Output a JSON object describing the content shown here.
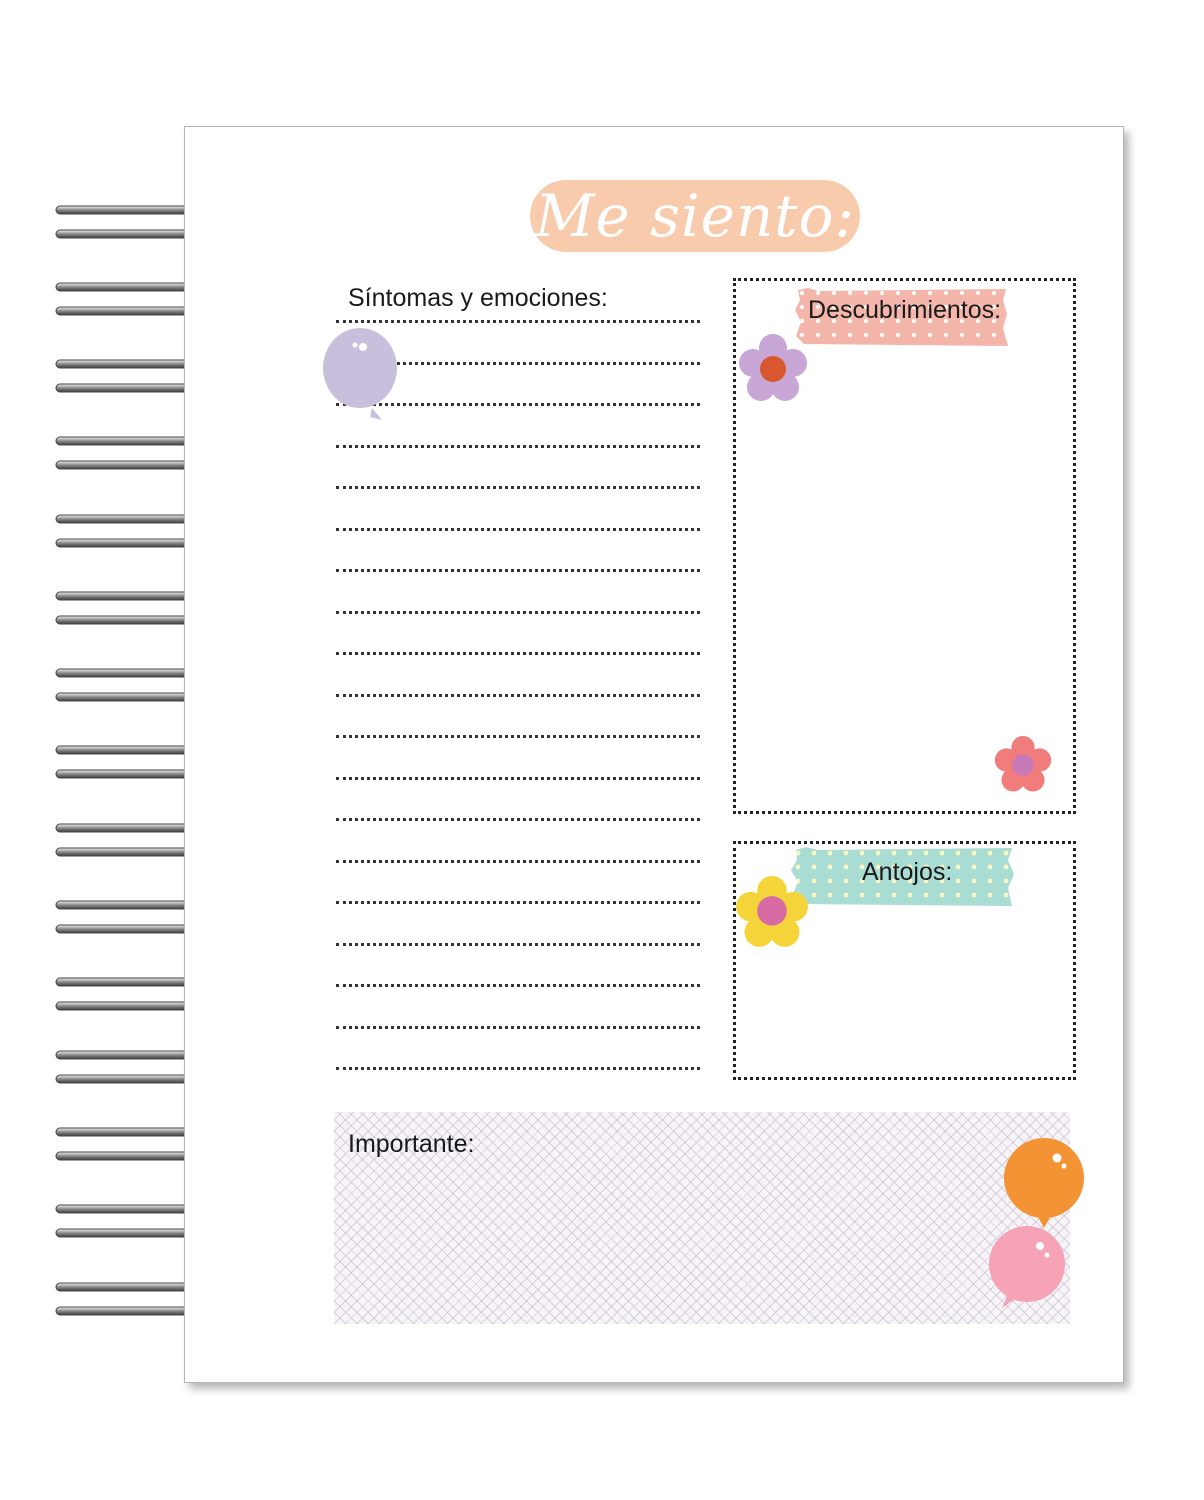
{
  "title": "Me siento:",
  "sections": {
    "symptoms_label": "Síntomas y emociones:",
    "discoveries_label": "Descubrimientos:",
    "cravings_label": "Antojos:",
    "important_label": "Importante:"
  },
  "colors": {
    "title_pill": "#f8cbad",
    "discoveries_tape": "#f4b6aa",
    "cravings_tape": "#a9dcd2",
    "important_pattern": "#beb2c8"
  },
  "decorations": [
    "balloon-lilac",
    "flower-lilac",
    "flower-coral",
    "flower-yellow",
    "balloon-orange",
    "balloon-pink"
  ]
}
